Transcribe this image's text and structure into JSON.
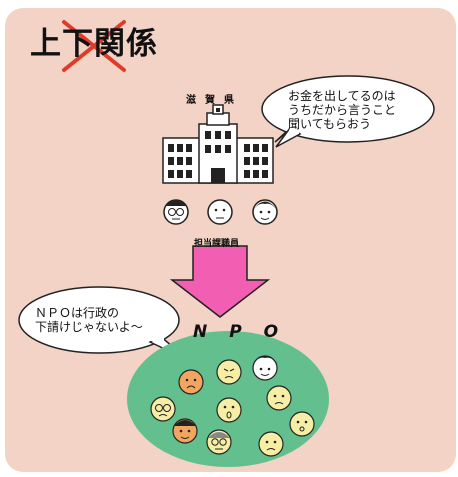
{
  "title": "上下関係",
  "prefecture_label": "滋賀県",
  "staff_label": "担当課職員",
  "npo_label": "NPO",
  "bubble_government": "お金を出してるのは\nうちだから言うこと\n聞いてもらおう",
  "bubble_npo": "ＮＰＯは行政の\n下請けじゃないよ～",
  "colors": {
    "background": "#f2d3c6",
    "arrow": "#f25fb2",
    "cross": "#e03a2a",
    "npo_ellipse": "#63bf8e",
    "face": "#f7eea5",
    "face_orange": "#f1a55e"
  }
}
